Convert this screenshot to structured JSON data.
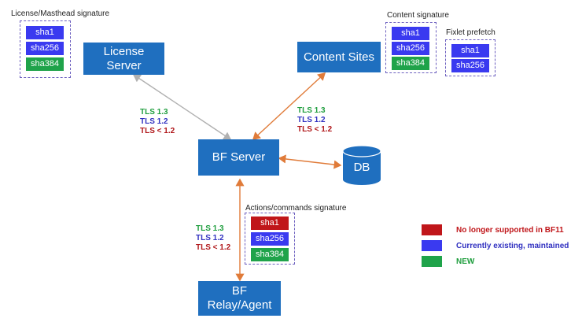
{
  "nodes": {
    "license_server": [
      "License",
      "Server"
    ],
    "content_sites": "Content Sites",
    "bf_server": "BF Server",
    "db": "DB",
    "relay_agent": [
      "BF",
      "Relay/Agent"
    ]
  },
  "groups": {
    "license_masthead": {
      "label": "License/Masthead signature",
      "items": [
        "sha1",
        "sha256",
        "sha384"
      ]
    },
    "content": {
      "label": "Content signature",
      "items": [
        "sha1",
        "sha256",
        "sha384"
      ]
    },
    "fixlet": {
      "label": "Fixlet prefetch",
      "items": [
        "sha1",
        "sha256"
      ]
    },
    "actions": {
      "label": "Actions/commands  signature",
      "items": [
        "sha1",
        "sha256",
        "sha384"
      ]
    }
  },
  "tls": [
    "TLS 1.3",
    "TLS 1.2",
    "TLS < 1.2"
  ],
  "legend": [
    {
      "label": "No longer supported in BF11",
      "color": "#c0161a",
      "text_color": "#c0161a"
    },
    {
      "label": "Currently existing, maintained",
      "color": "#3a3af0",
      "text_color": "#3030c0"
    },
    {
      "label": "NEW",
      "color": "#1fa34a",
      "text_color": "#1f9e3e"
    }
  ],
  "colors": {
    "node": "#1f6fbf",
    "connector_gray": "#b0b0b0",
    "connector_orange": "#e07b39",
    "group_border": "#6c5fbf"
  }
}
